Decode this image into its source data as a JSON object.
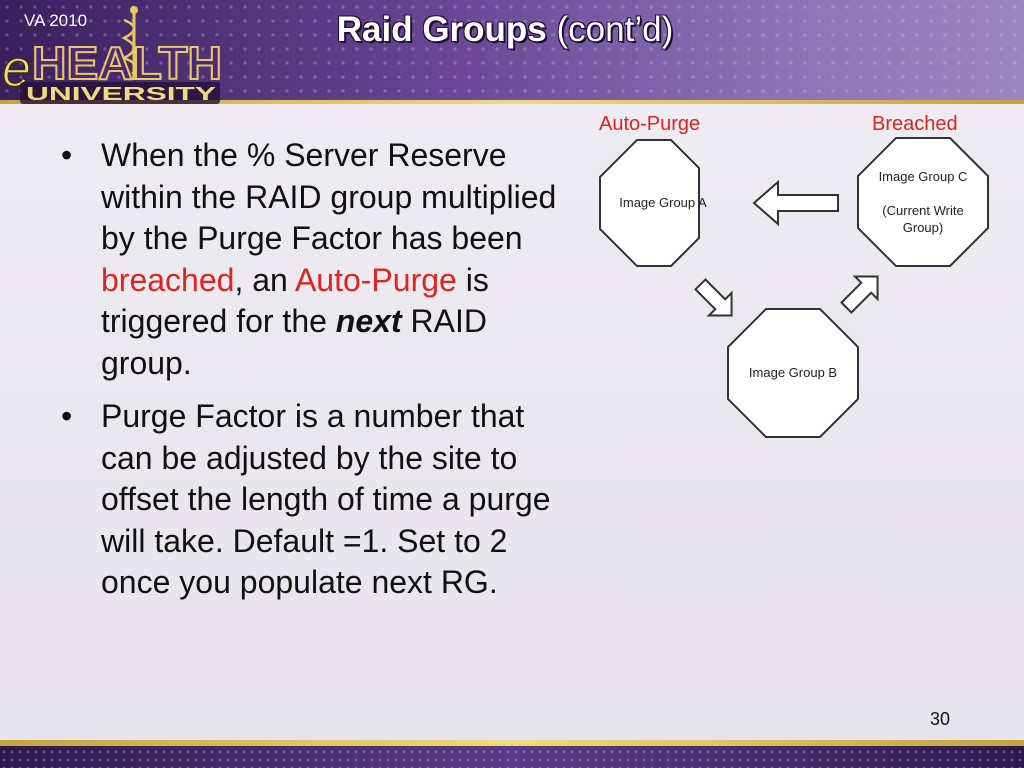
{
  "header": {
    "title_bold": "Raid Groups",
    "title_rest": "(cont’d)"
  },
  "logo": {
    "year": "VA 2010",
    "letter": "e",
    "word": "HEALTH",
    "sub": "UNIVERSITY",
    "icon": "caduceus-icon"
  },
  "bullets": {
    "marker": "•",
    "b1_t1": "When the % Server Reserve within the RAID group multiplied by the Purge Factor has been ",
    "b1_red1": "breached",
    "b1_t2": ", an ",
    "b1_red2": "Auto-Purge",
    "b1_t3": " is triggered for the ",
    "b1_emph": "next",
    "b1_t4": " RAID group.",
    "b2": "Purge Factor is a number that can be adjusted by the site to offset the length of time a purge will take. Default =1. Set to 2 once you populate next RG."
  },
  "diagram": {
    "label_auto": "Auto-Purge",
    "label_breached": "Breached",
    "node_a": "Image Group A",
    "node_b": "Image Group B",
    "node_c_1": "Image Group C",
    "node_c_2": "(Current Write",
    "node_c_3": "Group)"
  },
  "footer": {
    "page_number": "30"
  },
  "colors": {
    "accent_red": "#E0241E",
    "header_purple": "#6A4896",
    "gold": "#E8C860"
  }
}
